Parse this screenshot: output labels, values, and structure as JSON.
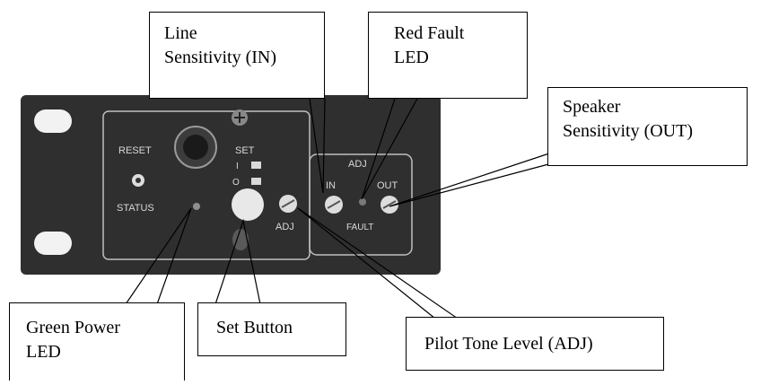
{
  "panel": {
    "colors": {
      "face": "#2f2f2f",
      "outline": "#bfbfbf",
      "hole": "#f2f2f2",
      "text": "#d9d9d9"
    },
    "labels": {
      "reset": "RESET",
      "status": "STATUS",
      "set": "SET",
      "set_i": "I",
      "set_o": "O",
      "adj": "ADJ",
      "adj_top": "ADJ",
      "in": "IN",
      "out": "OUT",
      "fault": "FAULT"
    }
  },
  "callouts": {
    "line_sensitivity": {
      "line1": "Line",
      "line2": "Sensitivity (IN)"
    },
    "red_fault": {
      "line1": "Red Fault",
      "line2": "LED"
    },
    "speaker_sensitivity": {
      "line1": "Speaker",
      "line2": "Sensitivity (OUT)"
    },
    "green_power": {
      "line1": "Green Power",
      "line2": "LED"
    },
    "set_button": {
      "line1": "Set Button"
    },
    "pilot_tone": {
      "line1": "Pilot Tone Level (ADJ)"
    }
  }
}
